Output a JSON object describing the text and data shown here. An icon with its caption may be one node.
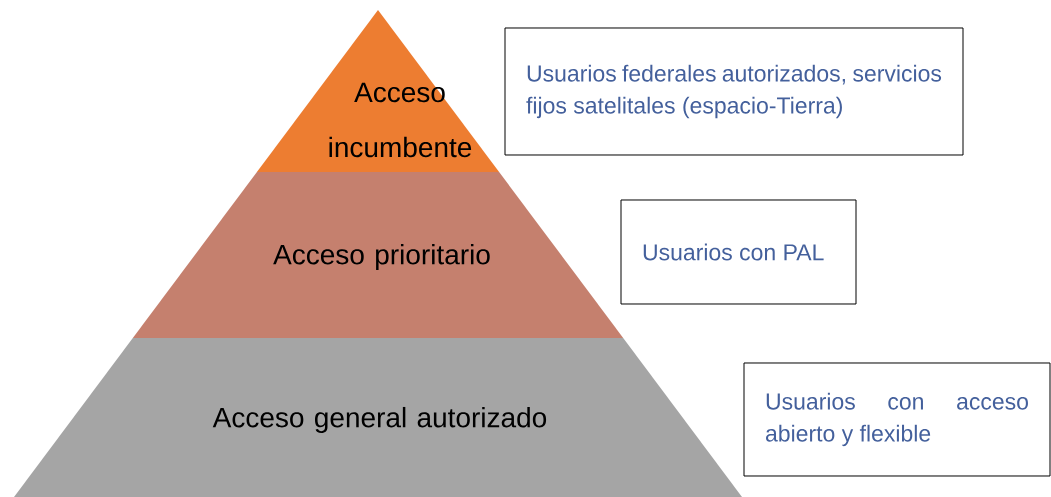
{
  "diagram": {
    "nodes": [
      {
        "text": [
          "Acceso incumbente"
        ]
      },
      {
        "text": [
          "Acceso prioritario"
        ]
      },
      {
        "text": [
          "Acceso general autorizado"
        ]
      },
      {
        "text": [
          "Usuarios federales autorizados, servicios fijos satelitales (espacio-Tierra)"
        ]
      },
      {
        "text": [
          "Usuarios con PAL"
        ]
      },
      {
        "text": [
          "Usuarios con acceso abierto y flexible"
        ]
      }
    ]
  }
}
